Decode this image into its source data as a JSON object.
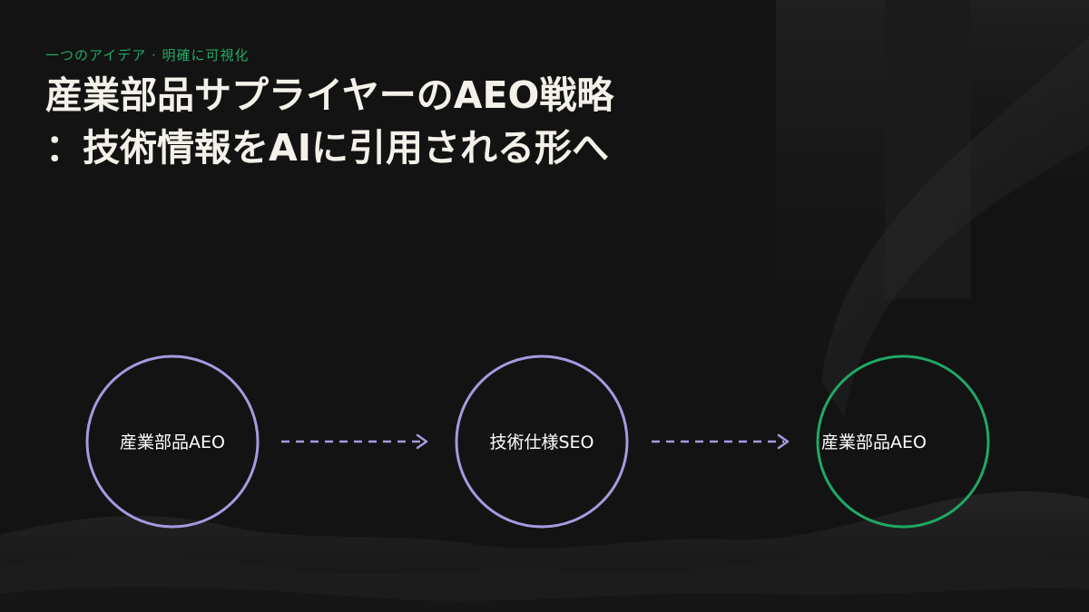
{
  "header": {
    "eyebrow": "一つのアイデア · 明確に可視化",
    "title_line1": "産業部品サプライヤーのAEO戦略",
    "title_line2": "：技術情報をAIに引用される形へ"
  },
  "diagram": {
    "nodes": [
      {
        "label": "産業部品AEO",
        "color": "#a899e0"
      },
      {
        "label": "技術仕様SEO",
        "color": "#a899e0"
      },
      {
        "label": "産業部品AEO",
        "color": "#1fa866"
      }
    ],
    "arrow_color": "#a899e0",
    "arrow_style": "dashed"
  },
  "colors": {
    "background": "#131313",
    "accent_green": "#22a866",
    "accent_purple": "#a899e0",
    "title_text": "#f4f1ea"
  }
}
